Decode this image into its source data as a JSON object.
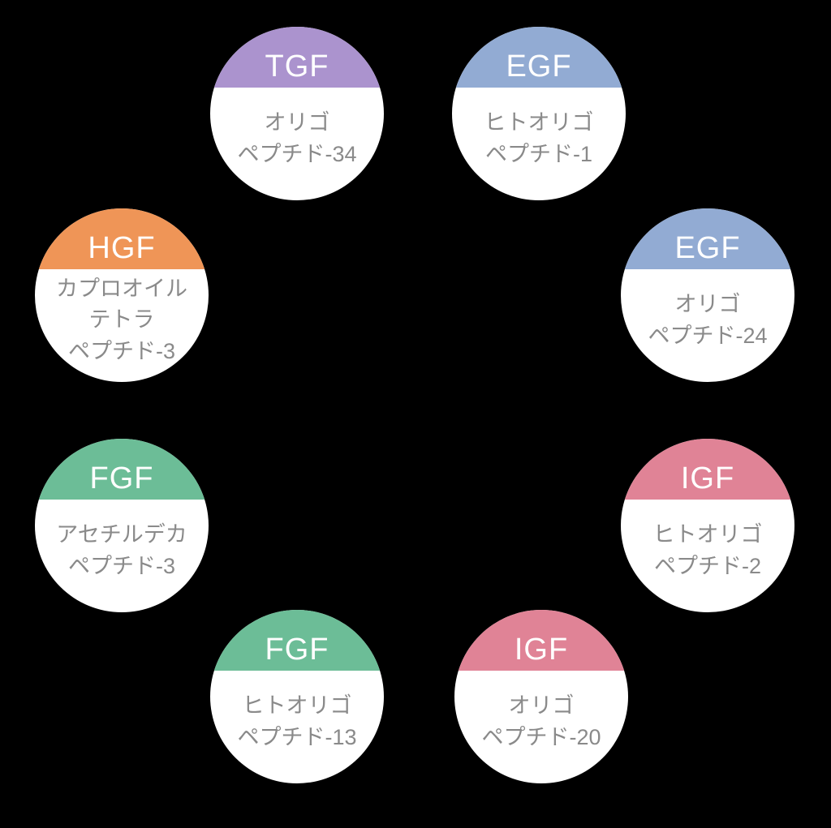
{
  "background_color": "#000000",
  "text_color_body": "#8a8a8a",
  "text_color_cap": "#ffffff",
  "nodes": [
    {
      "title": "TGF",
      "color": "#ab93ce",
      "lines": [
        "オリゴ",
        "ペプチド-34"
      ]
    },
    {
      "title": "EGF",
      "color": "#92abd3",
      "lines": [
        "ヒトオリゴ",
        "ペプチド-1"
      ]
    },
    {
      "title": "HGF",
      "color": "#ef9557",
      "lines": [
        "カプロオイル",
        "テトラ",
        "ペプチド-3"
      ]
    },
    {
      "title": "EGF",
      "color": "#92abd3",
      "lines": [
        "オリゴ",
        "ペプチド-24"
      ]
    },
    {
      "title": "FGF",
      "color": "#6cbd97",
      "lines": [
        "アセチルデカ",
        "ペプチド-3"
      ]
    },
    {
      "title": "IGF",
      "color": "#e08396",
      "lines": [
        "ヒトオリゴ",
        "ペプチド-2"
      ]
    },
    {
      "title": "FGF",
      "color": "#6cbd97",
      "lines": [
        "ヒトオリゴ",
        "ペプチド-13"
      ]
    },
    {
      "title": "IGF",
      "color": "#e08396",
      "lines": [
        "オリゴ",
        "ペプチド-20"
      ]
    }
  ]
}
